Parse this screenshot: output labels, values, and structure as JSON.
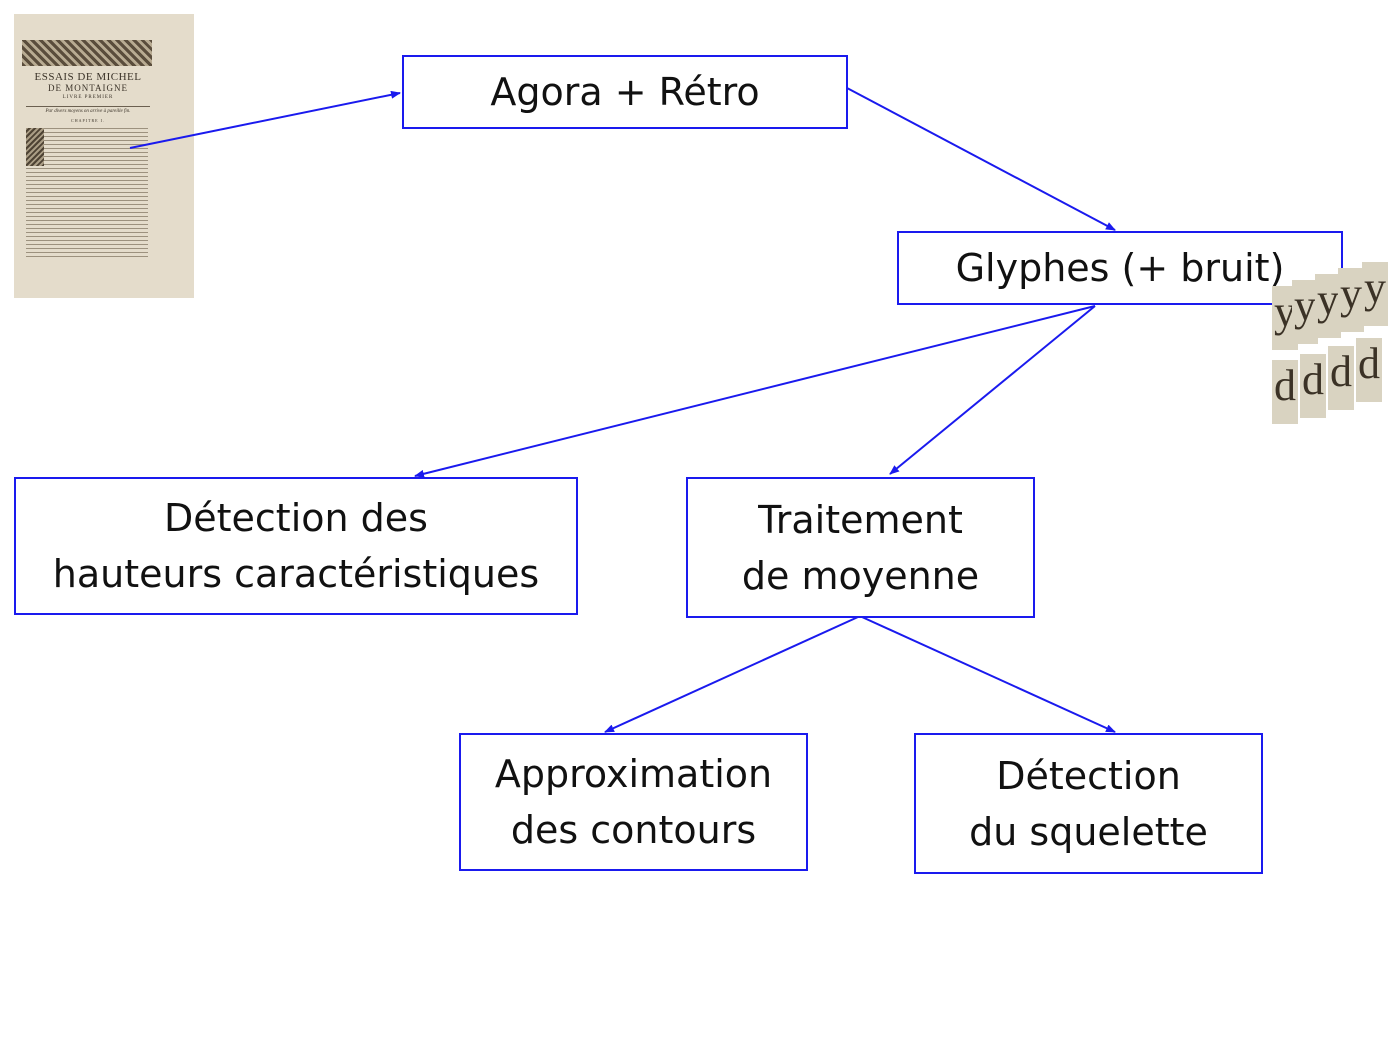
{
  "source_document": {
    "title_line1": "ESSAIS DE MICHEL",
    "title_line2": "DE MONTAIGNE",
    "subtitle": "LIVRE PREMIER",
    "chapter_heading": "Par divers moyens on arrive à pareille fin.",
    "chapter": "CHAPITRE I."
  },
  "nodes": {
    "agora": {
      "lines": [
        "Agora + Rétro"
      ]
    },
    "glyphes": {
      "lines": [
        "Glyphes (+ bruit)"
      ]
    },
    "hauteurs": {
      "lines": [
        "Détection des",
        "hauteurs caractéristiques"
      ]
    },
    "moyenne": {
      "lines": [
        "Traitement",
        "de moyenne"
      ]
    },
    "contours": {
      "lines": [
        "Approximation",
        "des contours"
      ]
    },
    "squelette": {
      "lines": [
        "Détection",
        "du squelette"
      ]
    }
  },
  "glyph_samples": {
    "y": [
      "y",
      "y",
      "y",
      "y",
      "y"
    ],
    "d": [
      "d",
      "d",
      "d",
      "d"
    ]
  },
  "colors": {
    "edge": "#1a1aee",
    "border": "#1a1aee"
  }
}
